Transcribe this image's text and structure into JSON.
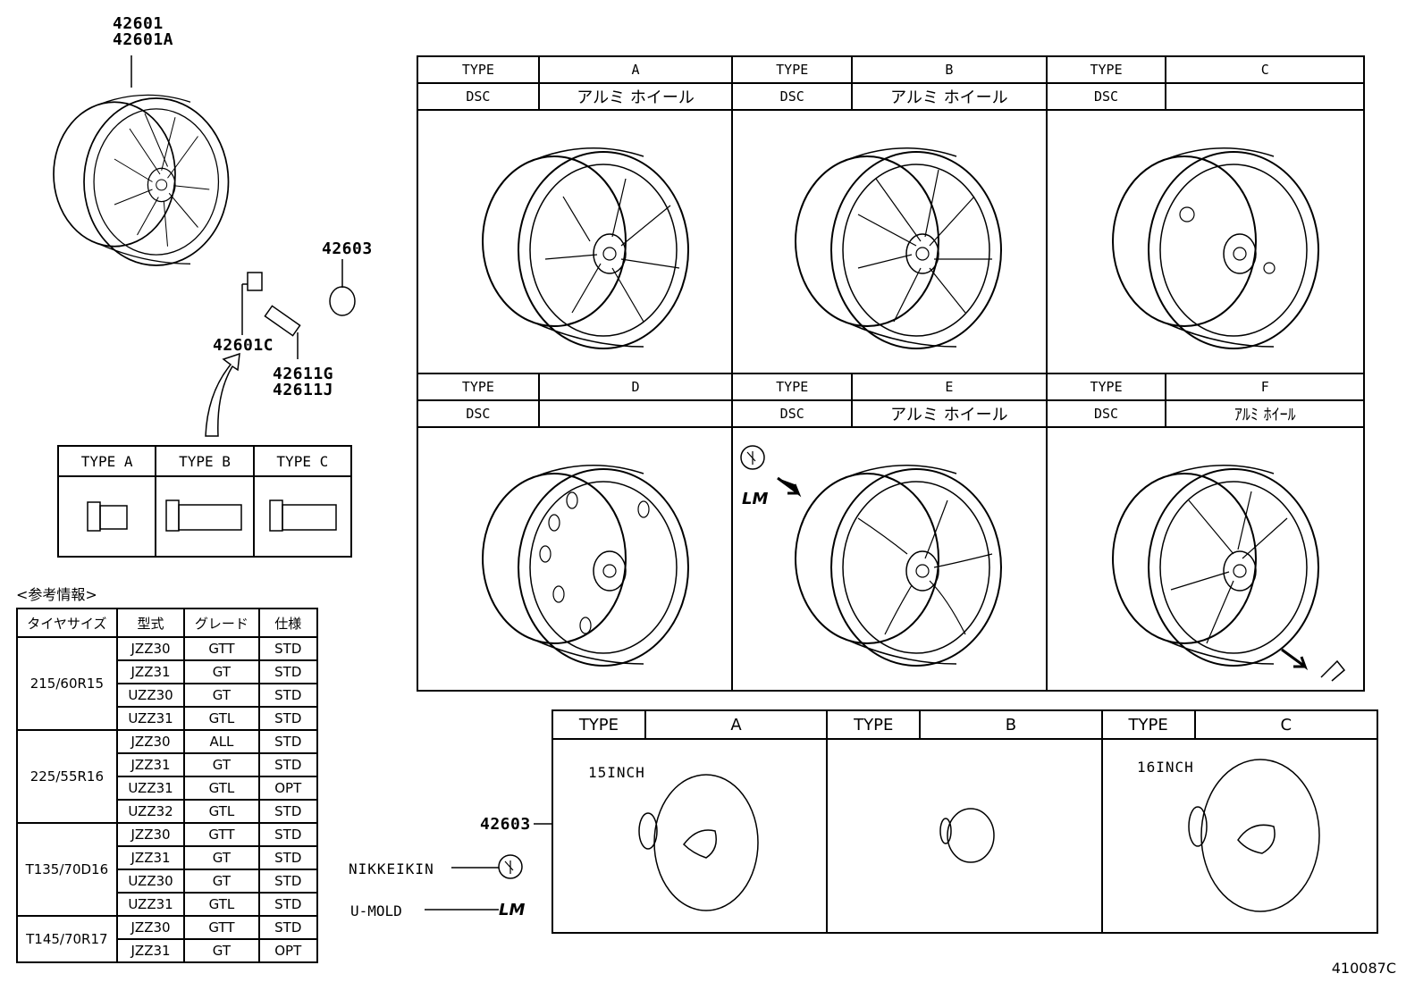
{
  "parts": {
    "wheel_main": [
      "42601",
      "42601A"
    ],
    "nut_cap": "42601C",
    "valve": [
      "42611G",
      "42611J"
    ],
    "hub_cap": "42603",
    "cap_callout": "42603"
  },
  "wheel_table": {
    "type_label": "TYPE",
    "dsc_label": "DSC",
    "rows": [
      [
        {
          "type": "A",
          "dsc": "アルミ ホイール"
        },
        {
          "type": "B",
          "dsc": "アルミ ホイール"
        },
        {
          "type": "C",
          "dsc": ""
        }
      ],
      [
        {
          "type": "D",
          "dsc": ""
        },
        {
          "type": "E",
          "dsc": "アルミ ホイール"
        },
        {
          "type": "F",
          "dsc": "ｱﾙﾐ ﾎｲｰﾙ"
        }
      ]
    ]
  },
  "nut_table": {
    "headers": [
      "TYPE A",
      "TYPE B",
      "TYPE C"
    ]
  },
  "reference": {
    "heading": "<参考情報>",
    "columns": [
      "タイヤサイズ",
      "型式",
      "グレード",
      "仕様"
    ],
    "groups": [
      {
        "size": "215/60R15",
        "rows": [
          [
            "JZZ30",
            "GTT",
            "STD"
          ],
          [
            "JZZ31",
            "GT",
            "STD"
          ],
          [
            "UZZ30",
            "GT",
            "STD"
          ],
          [
            "UZZ31",
            "GTL",
            "STD"
          ]
        ]
      },
      {
        "size": "225/55R16",
        "rows": [
          [
            "JZZ30",
            "ALL",
            "STD"
          ],
          [
            "JZZ31",
            "GT",
            "STD"
          ],
          [
            "UZZ31",
            "GTL",
            "OPT"
          ],
          [
            "UZZ32",
            "GTL",
            "STD"
          ]
        ]
      },
      {
        "size": "T135/70D16",
        "rows": [
          [
            "JZZ30",
            "GTT",
            "STD"
          ],
          [
            "JZZ31",
            "GT",
            "STD"
          ],
          [
            "UZZ30",
            "GT",
            "STD"
          ],
          [
            "UZZ31",
            "GTL",
            "STD"
          ]
        ]
      },
      {
        "size": "T145/70R17",
        "rows": [
          [
            "JZZ30",
            "GTT",
            "STD"
          ],
          [
            "JZZ31",
            "GT",
            "OPT"
          ]
        ]
      }
    ]
  },
  "cap_table": {
    "type_label": "TYPE",
    "types": [
      "A",
      "B",
      "C"
    ],
    "notes": [
      "15INCH",
      "",
      "16INCH"
    ]
  },
  "legend": {
    "nikkeikin": "NIKKEIKIN",
    "umold": "U-MOLD"
  },
  "drawing_code": "410087C"
}
